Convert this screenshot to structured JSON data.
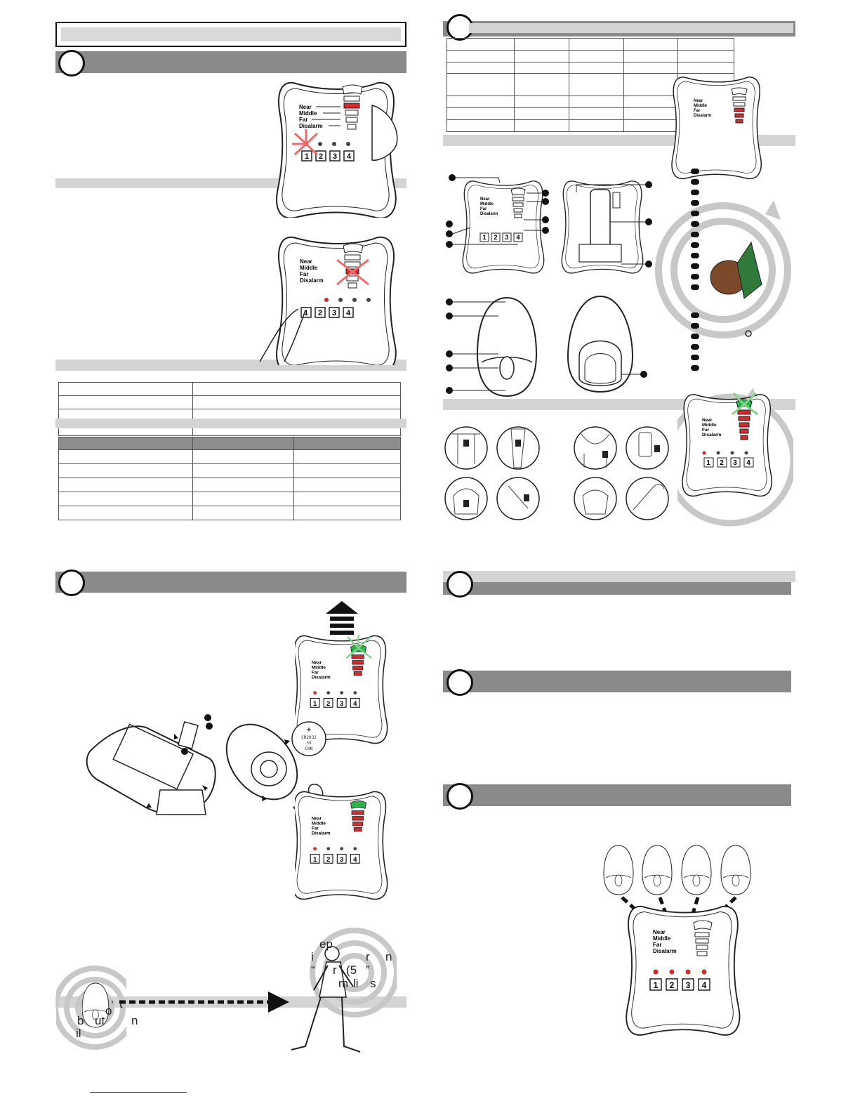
{
  "device": {
    "labels": [
      "Near",
      "Middle",
      "Far",
      "Disalarm"
    ],
    "buttons": [
      "1",
      "2",
      "3",
      "4"
    ]
  },
  "battery": {
    "lines": [
      "+",
      "CR2032",
      "3V",
      "CHN"
    ]
  },
  "fragments": {
    "walk_top": "ep",
    "walk_row2": [
      "i",
      "r",
      "n"
    ],
    "walk_row3": [
      "“",
      "r",
      "(5",
      "”"
    ],
    "walk_row4": [
      "m",
      "li",
      "s"
    ],
    "tag_row1": [
      "’",
      "o",
      "t"
    ],
    "tag_row2": [
      "b",
      "ut",
      "n"
    ],
    "tag_row3": "il"
  },
  "colors": {
    "dark_bar": "#8a8a8a",
    "light_bar": "#d4d4d4",
    "alert_red": "#d42a2a",
    "signal_green": "#2bb34a",
    "flash_red": "#f26b6b",
    "flash_green": "#7fd48a"
  }
}
